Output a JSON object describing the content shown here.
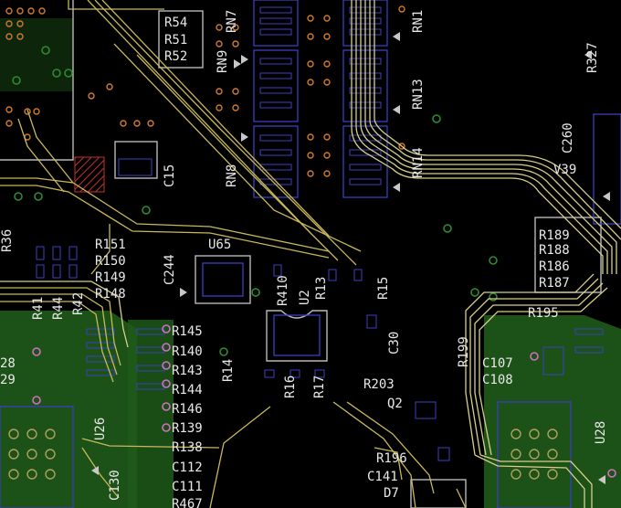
{
  "colors": {
    "background": "#000000",
    "trace_yellow": "#c8b85a",
    "trace_light": "#d8cf8a",
    "silkscreen": "#e8e8e8",
    "pad_blue": "#3b3fc0",
    "copper_green": "#1f5a1a",
    "via_orange": "#d07a30",
    "via_green": "#2e8b2e",
    "via_pink": "#d070c0",
    "hatch_red": "#c03030"
  },
  "labels": {
    "r54": "R54",
    "r51": "R51",
    "r52": "R52",
    "rn7": "RN7",
    "rn1": "RN1",
    "rn9": "RN9",
    "rn13": "RN13",
    "rn8": "RN8",
    "rn14": "RN14",
    "r327": "R327",
    "c260": "C260",
    "v39": "V39",
    "c15": "C15",
    "r189": "R189",
    "r188": "R188",
    "r186": "R186",
    "r187": "R187",
    "r151": "R151",
    "r150": "R150",
    "r149": "R149",
    "r148": "R148",
    "c244": "C244",
    "u65": "U65",
    "r410": "R410",
    "u2": "U2",
    "r13": "R13",
    "r15": "R15",
    "r36": "R36",
    "r41": "R41",
    "r44": "R44",
    "r42": "R42",
    "r145": "R145",
    "r140": "R140",
    "r143": "R143",
    "r144": "R144",
    "r146": "R146",
    "r139": "R139",
    "r138": "R138",
    "c112": "C112",
    "c111": "C111",
    "r467": "R467",
    "r14": "R14",
    "r16": "R16",
    "r17": "R17",
    "c30": "C30",
    "r203": "R203",
    "q2": "Q2",
    "r199": "R199",
    "r195": "R195",
    "c107": "C107",
    "c108": "C108",
    "u28": "U28",
    "u26": "U26",
    "c130": "C130",
    "r196": "R196",
    "c141": "C141",
    "d7": "D7",
    "n28": "28",
    "n29": "29"
  }
}
